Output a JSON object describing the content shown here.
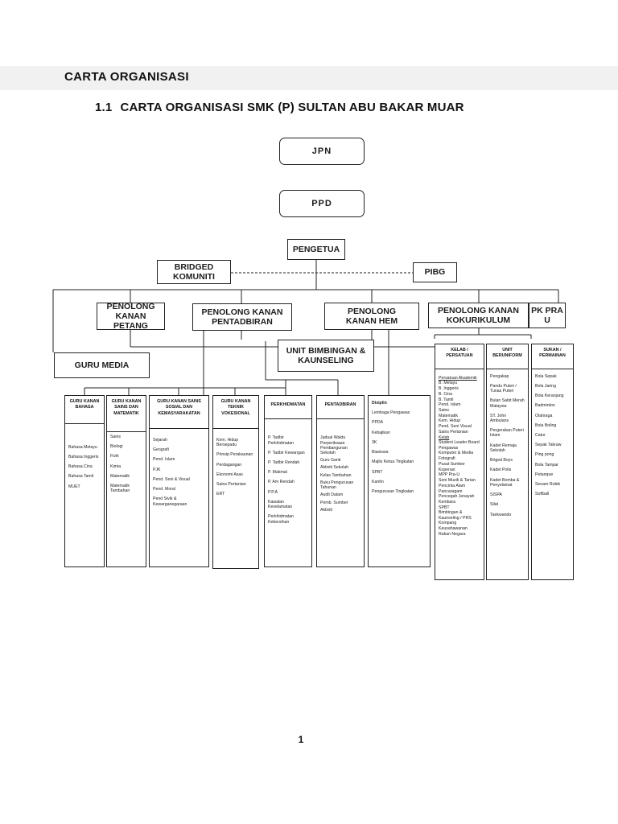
{
  "header": {
    "section_title": "CARTA ORGANISASI",
    "subtitle_number": "1.1",
    "subtitle_text": "CARTA ORGANISASI SMK (P) SULTAN ABU BAKAR MUAR"
  },
  "nodes": {
    "jpn": "JPN",
    "ppd": "PPD",
    "pengetua": "PENGETUA",
    "bridged": "BRIDGED KOMUNITI",
    "pibg": "PIBG",
    "pk_petang": "PENOLONG KANAN PETANG",
    "pk_pentadbiran": "PENOLONG KANAN PENTADBIRAN",
    "pk_hem": "PENOLONG KANAN HEM",
    "pk_kokurikulum": "PENOLONG KANAN KOKURIKULUM",
    "pk_prau": "PK PRA U",
    "guru_media": "GURU MEDIA",
    "ubk": "UNIT BIMBINGAN & KAUNSELING"
  },
  "columns": [
    {
      "title": "GURU KANAN BAHASA",
      "items": [
        "Bahasa Melayu",
        "Bahasa Inggeris",
        "Bahasa Cina",
        "Bahasa Tamil",
        "MUET"
      ]
    },
    {
      "title": "GURU KANAN SAINS DAN MATEMATIK",
      "items": [
        "Sains",
        "Biologi",
        "Fizik",
        "Kimia",
        "Matematik",
        "Matematik Tambahan"
      ]
    },
    {
      "title": "GURU KANAN SAINS SOSIAL DAN KEMASYARAKATAN",
      "items": [
        "Sejarah",
        "Geografi",
        "Pend. Islam",
        "PJK",
        "Pend. Seni & Visual",
        "Pend. Moral",
        "Pend Sivik & Kewarganegaraan"
      ]
    },
    {
      "title": "GURU KANAN TEKNIK VOKESIONAL",
      "items": [
        "Kem. Hidup Bersepadu",
        "Prinsip Perakaunan",
        "Perdagangan",
        "Ekonomi Asas",
        "Sains Pertanian",
        "ERT"
      ]
    },
    {
      "title": "PERKHIDMATAN",
      "items": [
        "P. Tadbir Perkhidmatan",
        "P. Tadbir Kewangan",
        "P. Tadbir Rendah",
        "P. Makmal",
        "P. Am Rendah",
        "P.P.A",
        "Kawalan Keselamatan",
        "Perkhidmatan Kebersihan"
      ]
    },
    {
      "title": "PENTADBIRAN",
      "items": [
        "Jadual Waktu Perperiksaan Pembangunan Sekolah",
        "Guru Ganti",
        "Aktiviti Sekolah",
        "Kelas Tambahan",
        "Buku Pengurusan Tahunan",
        "Audit Dalam",
        "Pemb. Sumber",
        "Aktiviti"
      ]
    },
    {
      "title": "Disiplin",
      "items": [
        "Lembaga Pengawas",
        "PPDA",
        "Kebajikan",
        "3K",
        "Biasiswa",
        "Majlis Ketua Tingkatan",
        "SPBT",
        "Kantin",
        "Pengurusan Tingkatan"
      ]
    },
    {
      "title": "KELAB / PERSATUAN",
      "items": [
        "Persatuan Akademik",
        "B. Melayu",
        "B. Inggeris",
        "B. Cina",
        "B. Tamil",
        "Pend. Islam",
        "Sains",
        "Matematik",
        "Kem. Hidup",
        "Pend. Seni Visual",
        "Sains Pertanian",
        "Kelab",
        "Student Leader Board Pengawas",
        "Komputer & Media",
        "Fotografi",
        "Pusat Sumber",
        "Koperasi",
        "MPP Pra-U",
        "Seni Muzik & Tarian",
        "Pencinta Alam",
        "Pancaragam",
        "Pencegah Jenayah",
        "Kembara",
        "SPBT",
        "Bimbingan & Kaunseling / PRS",
        "Kompang",
        "Keusahawanan",
        "Rakan Negara"
      ]
    },
    {
      "title": "UNIT BERUNIFORM",
      "items": [
        "Pengakap",
        "Pandu Puteri / Tunas Puteri",
        "Bulan Sabit Merah Malaysia",
        "ST. John Ambulans",
        "Pergerakan Puteri Islam",
        "Kadet Remaja Sekolah",
        "Briged Boys",
        "Kadet Polis",
        "Kadet Bomba & Penyelamat",
        "SISPA",
        "Silat",
        "Taekwando"
      ]
    },
    {
      "title": "SUKAN / PERMAINAN",
      "items": [
        "Bola Sepak",
        "Bola Jaring",
        "Bola Keranjang",
        "Badminton",
        "Olahraga",
        "Bola Boling",
        "Catur",
        "Sepak Takraw",
        "Ping pong",
        "Bola Tampar",
        "Petanque",
        "Senam Robik",
        "Softball"
      ]
    }
  ],
  "page_number": "1"
}
